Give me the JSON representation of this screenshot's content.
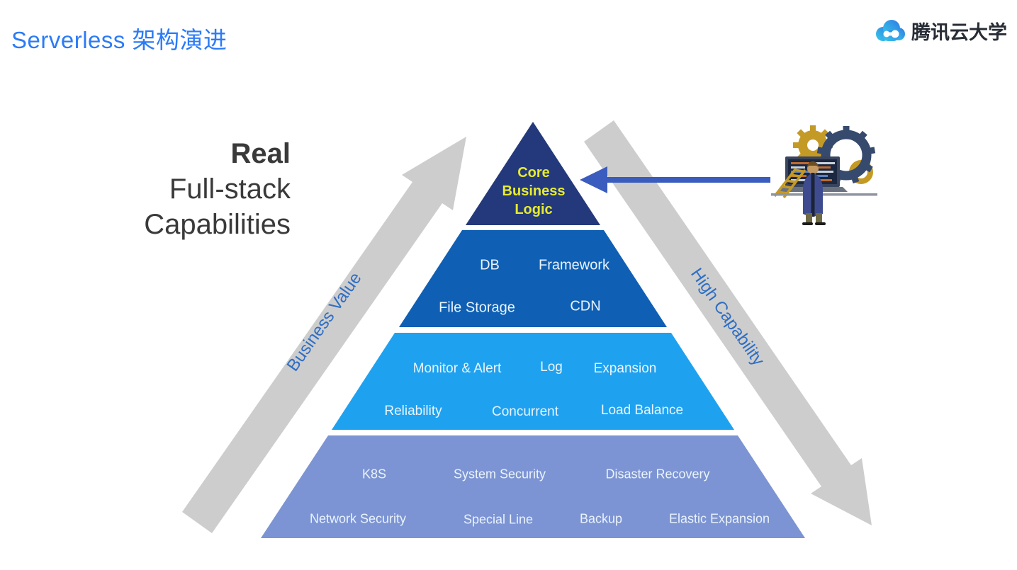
{
  "page": {
    "title": "Serverless 架构演进"
  },
  "brand": {
    "name": "腾讯云大学"
  },
  "headline": {
    "lines": [
      "Real",
      "Full-stack",
      "Capabilities"
    ]
  },
  "axis_labels": {
    "left": "Business Value",
    "right": "High Capability"
  },
  "pyramid": {
    "tiers": [
      {
        "id": "core-business-logic",
        "color": "#24397B",
        "text_color": "#E6EB2E",
        "lines": [
          "Core",
          "Business",
          "Logic"
        ]
      },
      {
        "id": "backend-services",
        "color": "#0F60B4",
        "labels": [
          "DB",
          "Framework",
          "File Storage",
          "CDN"
        ]
      },
      {
        "id": "operations-capabilities",
        "color": "#1EA2F0",
        "labels": [
          "Monitor & Alert",
          "Log",
          "Expansion",
          "Reliability",
          "Concurrent",
          "Load Balance"
        ]
      },
      {
        "id": "infrastructure",
        "color": "#7C94D3",
        "labels": [
          "K8S",
          "System Security",
          "Disaster Recovery",
          "Network Security",
          "Special Line",
          "Backup",
          "Elastic Expansion"
        ]
      }
    ]
  },
  "colors": {
    "title_blue": "#2B7BF7",
    "headline_dark": "#3A3A3A",
    "tier_text_light": "#EAF3FC",
    "core_text_yellow": "#E6EB2E",
    "axis_label_blue": "#2E6EC4",
    "arrow_gray": "#CDCDCD",
    "pointer_blue": "#3A5CBE",
    "brand_text_dark": "#272C35"
  }
}
